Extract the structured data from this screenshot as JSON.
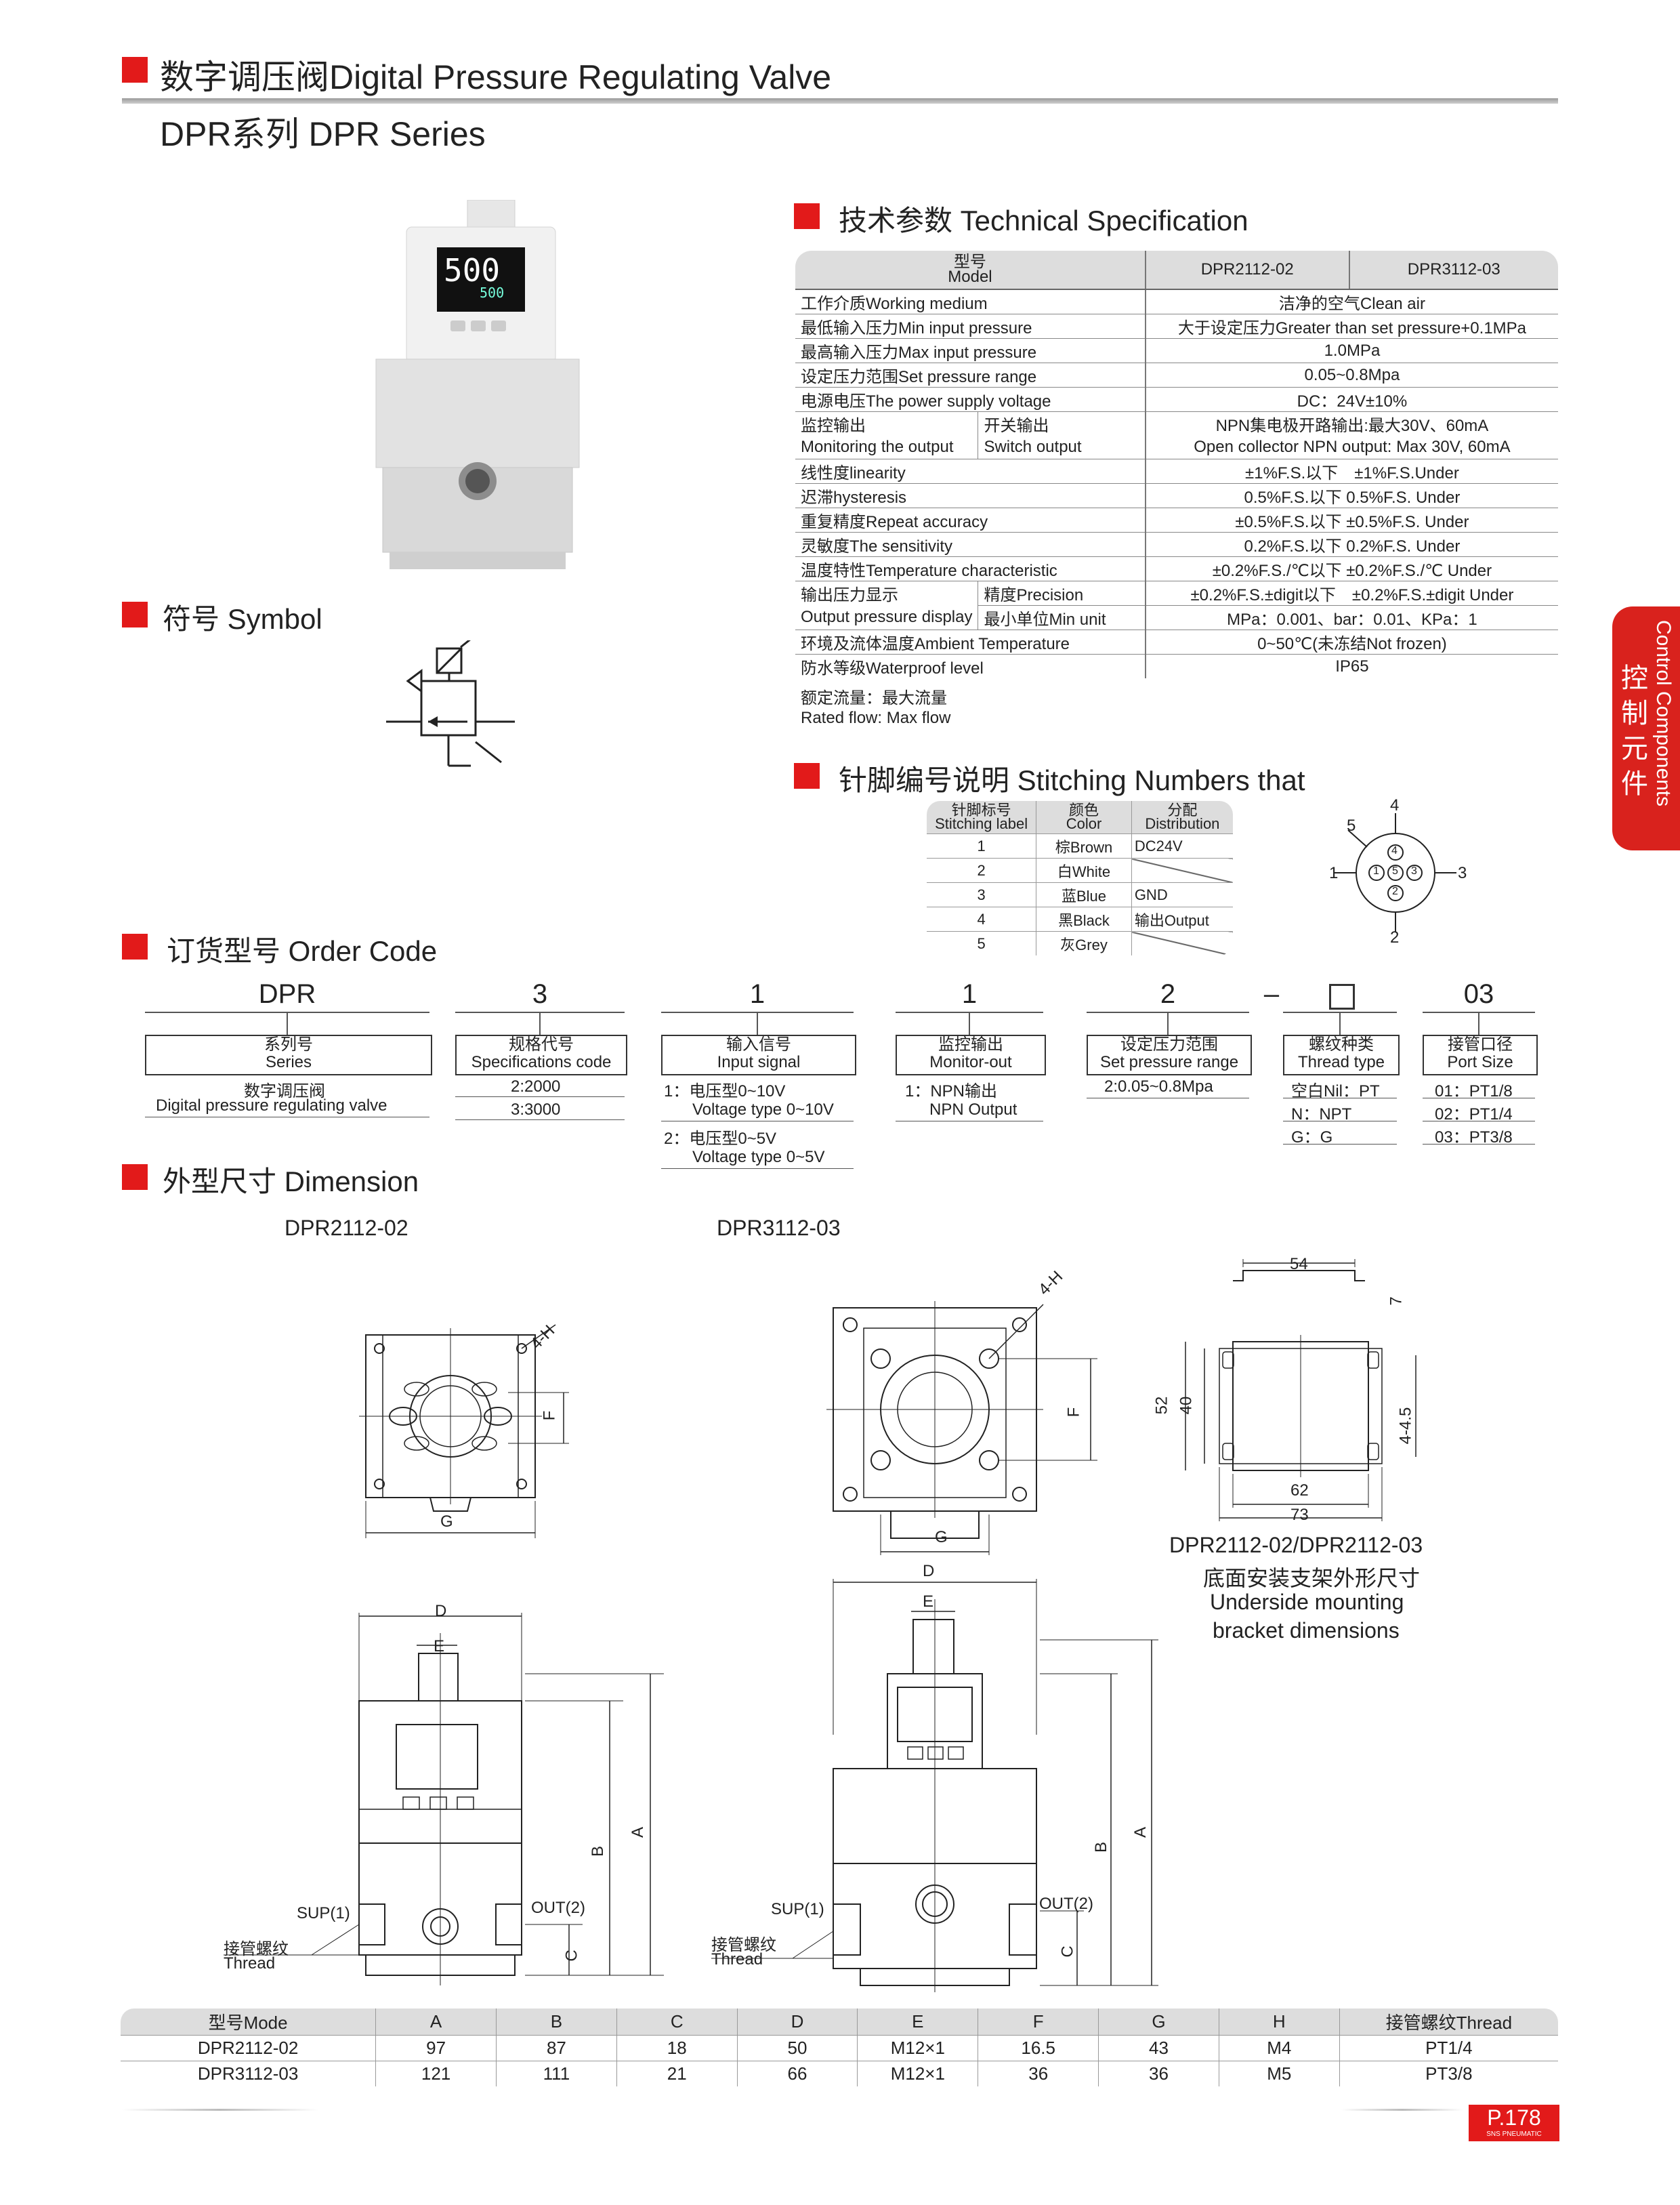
{
  "header": {
    "title": "数字调压阀Digital Pressure Regulating Valve",
    "subtitle": "DPR系列 DPR Series"
  },
  "device_display": {
    "main": "500",
    "sub": "500"
  },
  "sections": {
    "tech": "技术参数 Technical Specification",
    "symbol": "符号 Symbol",
    "pins": "针脚编号说明 Stitching Numbers that",
    "order": "订货型号 Order Code",
    "dimension": "外型尺寸 Dimension"
  },
  "spec": {
    "header": {
      "model_cn": "型号",
      "model_en": "Model",
      "col1": "DPR2112-02",
      "col2": "DPR3112-03"
    },
    "rows": [
      {
        "label": "工作介质Working medium",
        "value": "洁净的空气Clean air"
      },
      {
        "label": "最低输入压力Min input pressure",
        "value": "大于设定压力Greater than set pressure+0.1MPa"
      },
      {
        "label": "最高输入压力Max input pressure",
        "value": "1.0MPa"
      },
      {
        "label": "设定压力范围Set pressure range",
        "value": "0.05~0.8Mpa"
      },
      {
        "label": "电源电压The power supply voltage",
        "value": "DC：24V±10%"
      }
    ],
    "monitor": {
      "label1": "监控输出",
      "label2": "Monitoring the output",
      "sub1": "开关输出",
      "sub2": "Switch output",
      "value1": "NPN集电极开路输出:最大30V、60mA",
      "value2": "Open collector NPN output: Max 30V, 60mA"
    },
    "rows2": [
      {
        "label": "线性度linearity",
        "value": "±1%F.S.以下　±1%F.S.Under"
      },
      {
        "label": "迟滞hysteresis",
        "value": "0.5%F.S.以下 0.5%F.S. Under"
      },
      {
        "label": "重复精度Repeat accuracy",
        "value": "±0.5%F.S.以下 ±0.5%F.S. Under"
      },
      {
        "label": "灵敏度The sensitivity",
        "value": "0.2%F.S.以下 0.2%F.S. Under"
      },
      {
        "label": "温度特性Temperature characteristic",
        "value": "±0.2%F.S./℃以下 ±0.2%F.S./℃ Under"
      }
    ],
    "display": {
      "label1": "输出压力显示",
      "label2": "Output pressure display",
      "sub1": "精度Precision",
      "sub2": "最小单位Min unit",
      "value1": "±0.2%F.S.±digit以下　±0.2%F.S.±digit Under",
      "value2": "MPa：0.001、bar：0.01、KPa：1"
    },
    "rows3": [
      {
        "label": "环境及流体温度Ambient Temperature",
        "value": "0~50℃(未冻结Not frozen)"
      },
      {
        "label": "防水等级Waterproof level",
        "value": "IP65"
      }
    ],
    "note_cn": "额定流量：最大流量",
    "note_en": "Rated flow: Max flow"
  },
  "pins": {
    "headers": [
      {
        "cn": "针脚标号",
        "en": "Stitching label"
      },
      {
        "cn": "颜色",
        "en": "Color"
      },
      {
        "cn": "分配",
        "en": "Distribution"
      }
    ],
    "rows": [
      {
        "n": "1",
        "color": "棕Brown",
        "dist": "DC24V"
      },
      {
        "n": "2",
        "color": "白White",
        "dist": ""
      },
      {
        "n": "3",
        "color": "蓝Blue",
        "dist": "GND"
      },
      {
        "n": "4",
        "color": "黑Black",
        "dist": "输出Output"
      },
      {
        "n": "5",
        "color": "灰Grey",
        "dist": ""
      }
    ],
    "diagram": {
      "p1": "1",
      "p2": "2",
      "p3": "3",
      "p4": "4",
      "p5": "5",
      "c4": "4",
      "c1": "1",
      "c5": "5",
      "c3": "3",
      "c2": "2"
    }
  },
  "order": {
    "dpr": "DPR",
    "s3": "3",
    "s1a": "1",
    "s1b": "1",
    "s2": "2",
    "dash": "–",
    "s03": "03",
    "series": {
      "cn": "系列号",
      "en": "Series",
      "o1": "数字调压阀",
      "o2": "Digital pressure regulating valve"
    },
    "spec": {
      "cn": "规格代号",
      "en": "Specifications code",
      "o1": "2:2000",
      "o2": "3:3000"
    },
    "input": {
      "cn": "输入信号",
      "en": "Input signal",
      "o1": "1：电压型0~10V",
      "o2": "Voltage type 0~10V",
      "o3": "2：电压型0~5V",
      "o4": "Voltage type 0~5V"
    },
    "monitor": {
      "cn": "监控输出",
      "en": "Monitor-out",
      "o1": "1：NPN输出",
      "o2": "NPN  Output"
    },
    "range": {
      "cn": "设定压力范围",
      "en": "Set pressure range",
      "o1": "2:0.05~0.8Mpa"
    },
    "thread": {
      "cn": "螺纹种类",
      "en": "Thread type",
      "o1": "空白Nil：PT",
      "o2": "N：NPT",
      "o3": "G：G"
    },
    "port": {
      "cn": "接管口径",
      "en": "Port Size",
      "o1": "01：PT1/8",
      "o2": "02：PT1/4",
      "o3": "03：PT3/8"
    }
  },
  "dimension": {
    "model_a": "DPR2112-02",
    "model_b": "DPR3112-03",
    "labels": {
      "h": "4-H",
      "f": "F",
      "g": "G",
      "d": "D",
      "e": "E",
      "a": "A",
      "b": "B",
      "c": "C",
      "sup": "SUP(1)",
      "out": "OUT(2)",
      "thread_cn": "接管螺纹",
      "thread_en": "Thread"
    },
    "bracket": {
      "w54": "54",
      "h7": "7",
      "h52": "52",
      "h40": "40",
      "hole": "4-4.5",
      "w62": "62",
      "w73": "73",
      "title": "DPR2112-02/DPR2112-03",
      "cn": "底面安装支架外形尺寸",
      "en1": "Underside mounting",
      "en2": "bracket dimensions"
    },
    "table": {
      "headers": [
        "型号Mode",
        "A",
        "B",
        "C",
        "D",
        "E",
        "F",
        "G",
        "H",
        "接管螺纹Thread"
      ],
      "rows": [
        [
          "DPR2112-02",
          "97",
          "87",
          "18",
          "50",
          "M12×1",
          "16.5",
          "43",
          "M4",
          "PT1/4"
        ],
        [
          "DPR3112-03",
          "121",
          "111",
          "21",
          "66",
          "M12×1",
          "36",
          "36",
          "M5",
          "PT3/8"
        ]
      ]
    }
  },
  "side_tab": {
    "cn": "控制元件",
    "en": "Control Components"
  },
  "page": {
    "number": "P.178",
    "brand": "SNS PNEUMATIC"
  },
  "colors": {
    "accent": "#e21a1a",
    "rule": "#8a8a8a",
    "table_head": "#dddddd"
  }
}
